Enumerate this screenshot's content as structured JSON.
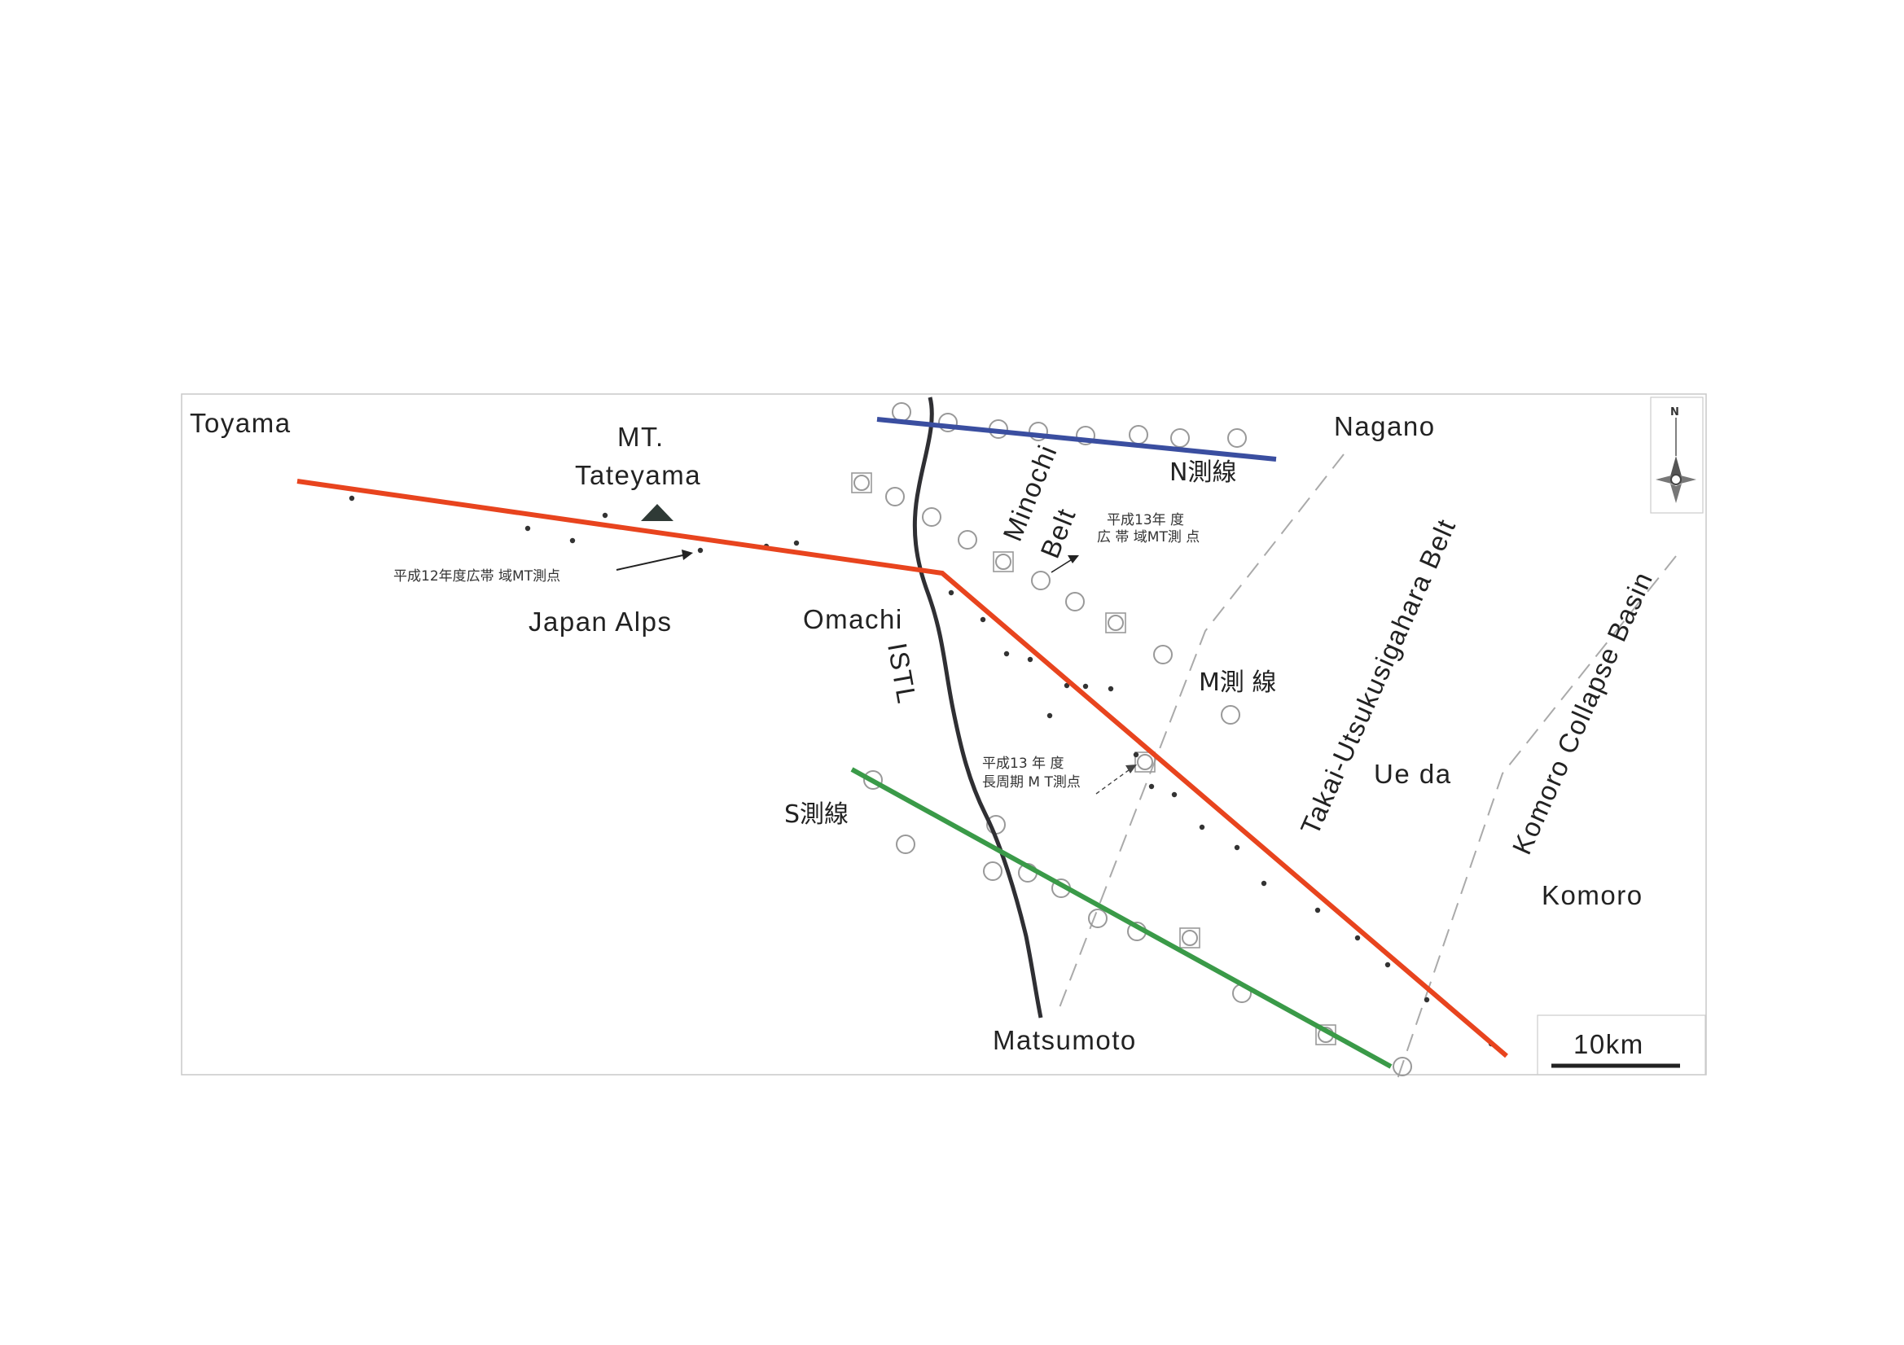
{
  "labels": {
    "toyama": "Toyama",
    "mt": "MT.",
    "tateyama": "Tateyama",
    "nagano": "Nagano",
    "n_line": "N測線",
    "minochi": "Minochi",
    "belt": "Belt",
    "h13_bb_1": "平成13年 度",
    "h13_bb_2": "広 帯 域MT測 点",
    "h12_bb": "平成12年度広帯 域MT測点",
    "japan_alps": "Japan Alps",
    "omachi": "Omachi",
    "istl": "ISTL",
    "m_line": "M測 線",
    "takai": "Takai-Utsukusigahara   Belt",
    "komoro_basin": "Komoro  Collapse Basin",
    "ueda": "Ue da",
    "h13_lp_1": "平成13 年 度",
    "h13_lp_2": "長周期 M T測点",
    "s_line": "S測線",
    "komoro": "Komoro",
    "matsumoto": "Matsumoto",
    "scale": "10km",
    "north": "N"
  },
  "colors": {
    "red_line": "#e8441e",
    "blue_line": "#3a4ea0",
    "green_line": "#3a9a48",
    "istl_line": "#2f2f33",
    "tateyama_marker": "#2f3a36"
  },
  "icons": {
    "compass": "compass-rose-icon",
    "mountain": "mountain-triangle-icon"
  }
}
